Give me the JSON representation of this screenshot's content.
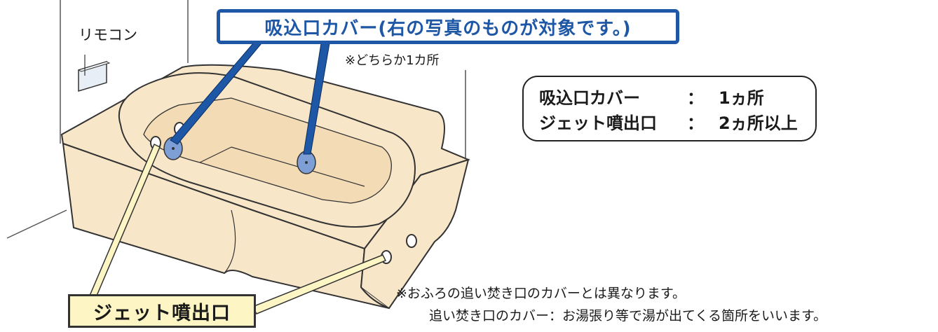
{
  "labels": {
    "remote": "リモコン",
    "suction_title": "吸込口カバー(右の写真のものが対象です。)",
    "either_note": "※どちらか1カ所",
    "jet_outlet": "ジェット噴出口"
  },
  "info_box": {
    "row1_name": "吸込口カバー",
    "row1_sep": "：",
    "row1_count": "1ヵ所",
    "row2_name": "ジェット噴出口",
    "row2_sep": "：",
    "row2_count": "2ヵ所以上"
  },
  "notes": {
    "line1": "※おふろの追い焚き口のカバーとは異なります。",
    "line2": "追い焚き口のカバー：お湯張り等で湯が出てくる箇所をいいます。"
  },
  "colors": {
    "tub_fill": "#f8e6c8",
    "outline": "#333333",
    "suction_cover": "#7d9fd6",
    "suction_leader": "#1d57a6",
    "jet_box_fill": "#fdf6c4"
  }
}
